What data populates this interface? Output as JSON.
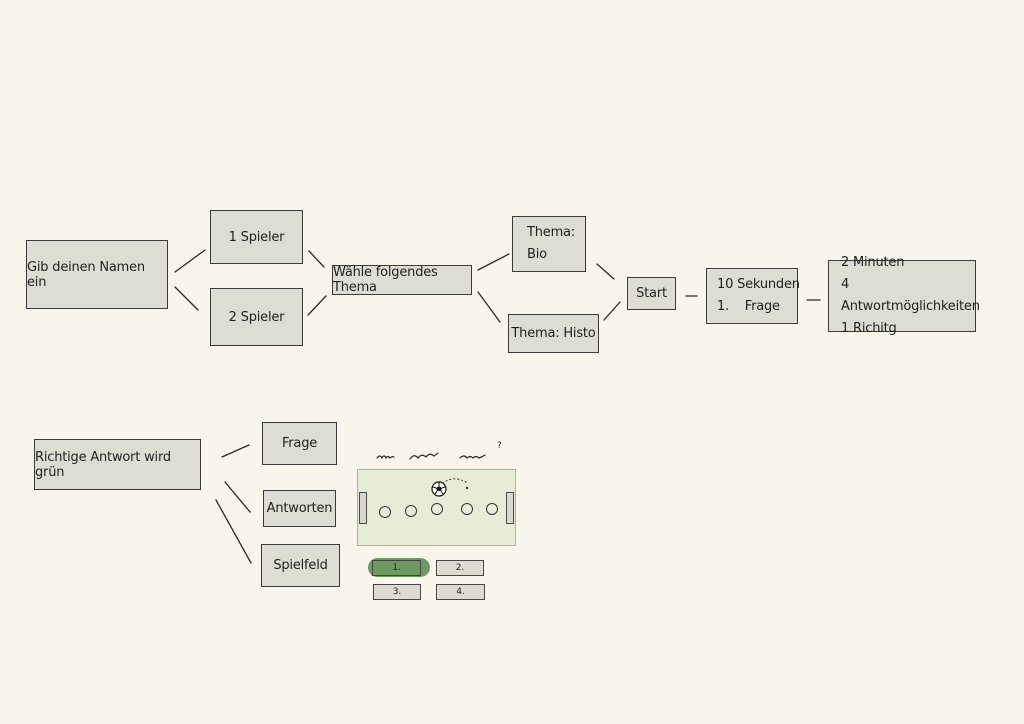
{
  "flow": {
    "name_box": "Gib deinen Namen ein",
    "player1": "1 Spieler",
    "player2": "2 Spieler",
    "choose_topic": "Wähle folgendes Thema",
    "topic_bio": [
      "Thema:",
      "Bio"
    ],
    "topic_histo": "Thema: Histo",
    "start": "Start",
    "timer": [
      "10 Sekunden",
      "1.    Frage"
    ],
    "rules": [
      "2 Minuten",
      "4 Antwortmöglichkeiten",
      "1 Richitg"
    ]
  },
  "screen": {
    "correct_green": "Richtige Antwort wird grün",
    "question": "Frage",
    "answers": "Antworten",
    "field": "Spielfeld",
    "question_mark": "?",
    "answer_options": [
      "1.",
      "2.",
      "3.",
      "4."
    ],
    "highlight_color": "#6e9a62"
  }
}
